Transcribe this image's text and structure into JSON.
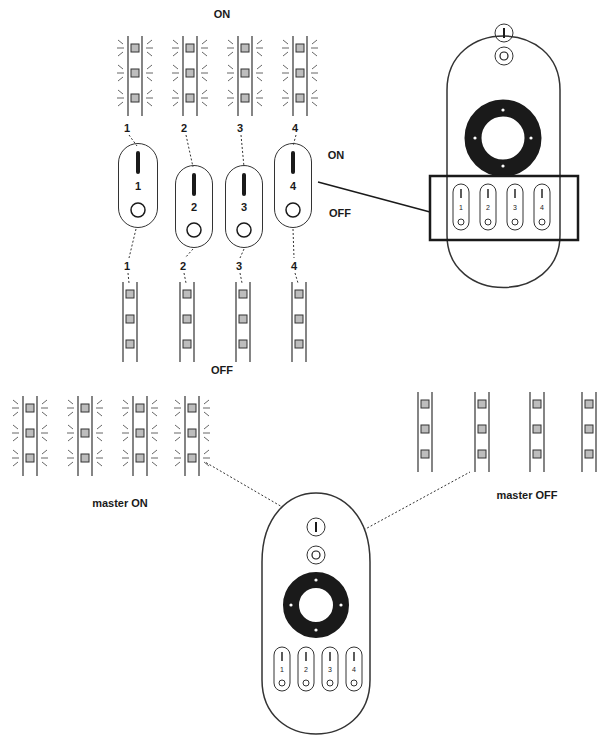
{
  "diagram": {
    "nodes": [
      {
        "text": [
          "1"
        ]
      },
      {
        "text": [
          "2"
        ]
      },
      {
        "text": [
          "3"
        ]
      },
      {
        "text": [
          "4"
        ]
      }
    ],
    "labels": [
      "ON",
      "1",
      "2",
      "3",
      "4",
      "ON",
      "OFF",
      "1",
      "2",
      "3",
      "4",
      "1",
      "2",
      "3",
      "4",
      "OFF",
      "master ON",
      "master OFF",
      "1",
      "2",
      "3",
      "4"
    ]
  }
}
